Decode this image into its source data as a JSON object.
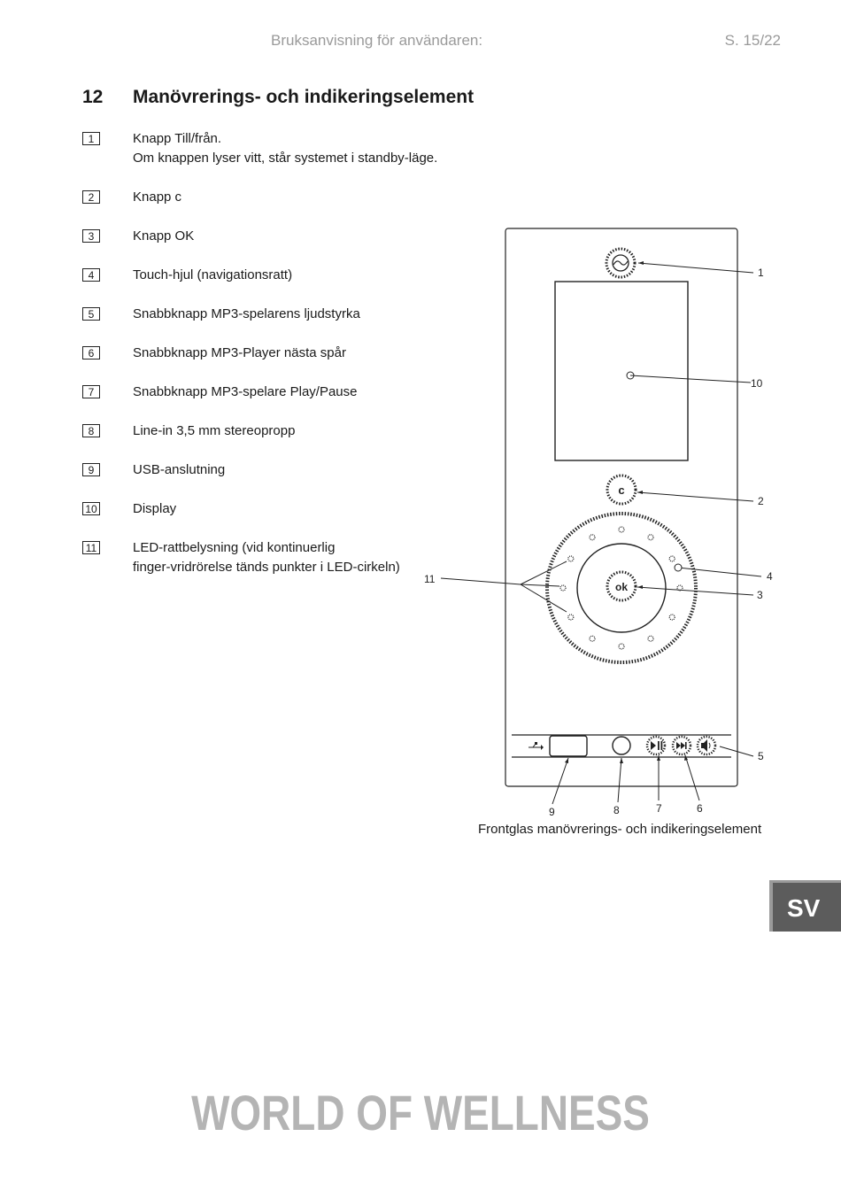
{
  "header": {
    "title": "Bruksanvisning för användaren:",
    "page": "S. 15/22"
  },
  "section": {
    "number": "12",
    "title": "Manövrerings- och indikeringselement"
  },
  "items": [
    {
      "num": "1",
      "text": "Knapp Till/från.",
      "text2": "Om knappen  lyser vitt, står systemet i standby-läge."
    },
    {
      "num": "2",
      "text": "Knapp  c"
    },
    {
      "num": "3",
      "text": "Knapp OK"
    },
    {
      "num": "4",
      "text": "Touch-hjul (navigationsratt)"
    },
    {
      "num": "5",
      "text": "Snabbknapp MP3-spelarens ljudstyrka"
    },
    {
      "num": "6",
      "text": "Snabbknapp MP3-Player nästa spår"
    },
    {
      "num": "7",
      "text": "Snabbknapp MP3-spelare Play/Pause"
    },
    {
      "num": "8",
      "text": "Line-in 3,5 mm stereopropp"
    },
    {
      "num": "9",
      "text": "USB-anslutning"
    },
    {
      "num": "10",
      "text": "Display"
    },
    {
      "num": "11",
      "text": "LED-rattbelysning (vid kontinuerlig",
      "text2": "finger-vridrörelse tänds punkter i LED-cirkeln)"
    }
  ],
  "diagram": {
    "button_c": "c",
    "button_ok": "ok",
    "callouts": {
      "c1": "1",
      "c2": "2",
      "c3": "3",
      "c4": "4",
      "c5": "5",
      "c6": "6",
      "c7": "7",
      "c8": "8",
      "c9": "9",
      "c10": "10",
      "c11": "11"
    },
    "caption": "Frontglas manövrerings- och indikeringselement"
  },
  "language_tab": "SV",
  "brand": "WORLD OF WELLNESS"
}
